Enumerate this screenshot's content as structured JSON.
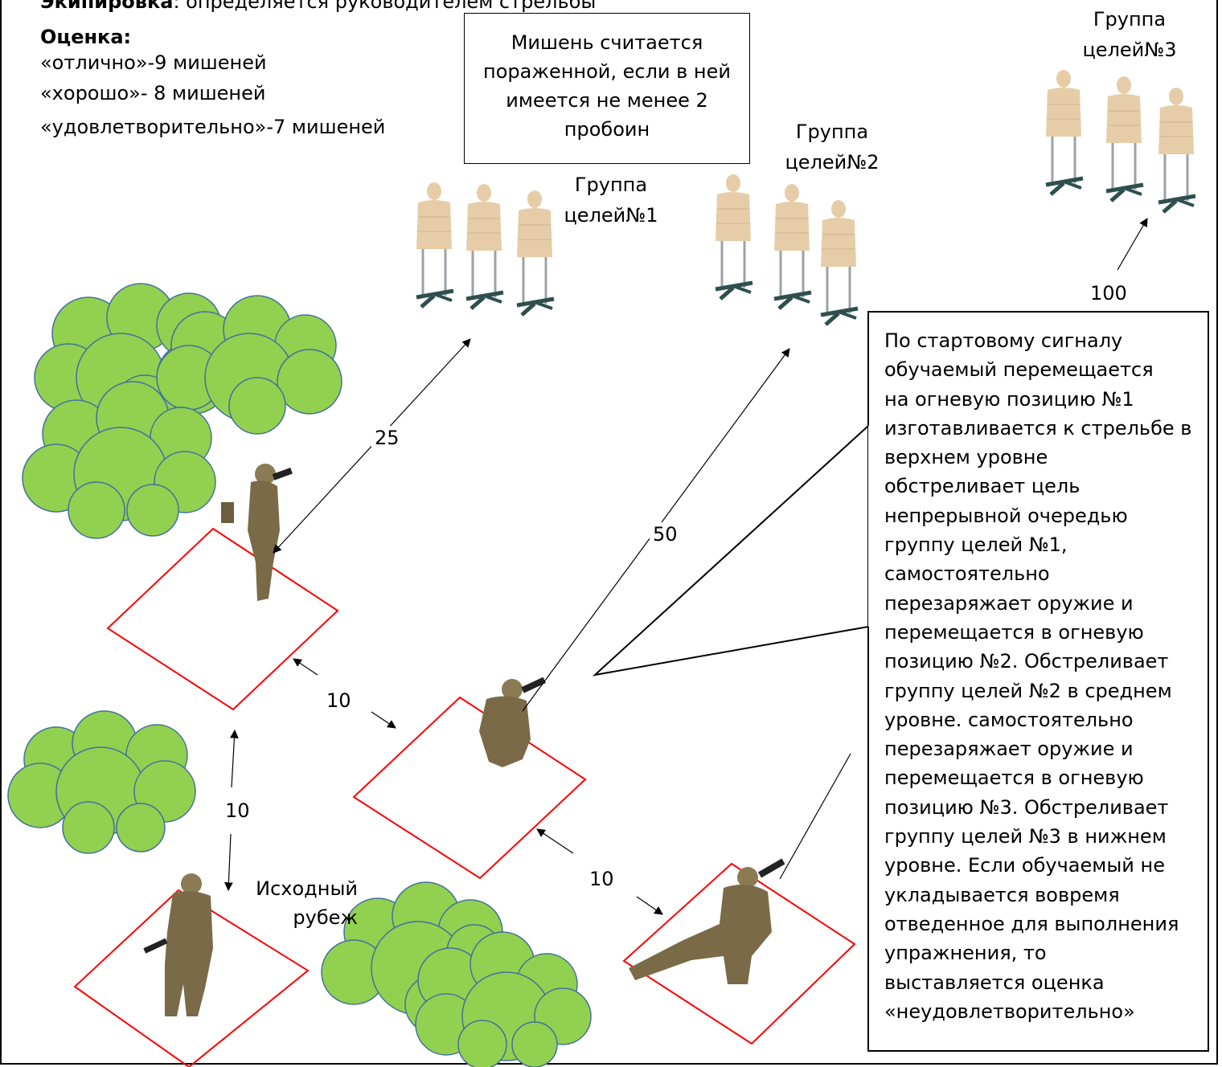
{
  "header": {
    "equipment_label": "Экипировка",
    "equipment_text": ": определяется руководителем стрельбы",
    "grade_title": "Оценка:",
    "grades": [
      "«отлично»-9 мишеней",
      "«хорошо»- 8 мишеней",
      "«удовлетворительно»-7 мишеней"
    ]
  },
  "note": "Мишень считается пораженной, если в ней имеется не менее 2 пробоин",
  "target_groups": [
    {
      "line1": "Группа",
      "line2": "целей№1"
    },
    {
      "line1": "Группа",
      "line2": "целей№2"
    },
    {
      "line1": "Группа",
      "line2": "целей№3"
    }
  ],
  "distances": [
    "25",
    "50",
    "100",
    "10",
    "10",
    "10"
  ],
  "start_line": {
    "line1": "Исходный",
    "line2": "рубеж"
  },
  "callout_lines": [
    "По стартовому сигналу",
    "обучаемый перемещается",
    "на огневую позицию №1",
    "изготавливается к стрельбе в",
    "верхнем уровне",
    "обстреливает цель",
    "непрерывной очередью",
    "группу целей №1,",
    "самостоятельно",
    "перезаряжает оружие и",
    "перемещается в огневую",
    "позицию №2. Обстреливает",
    "группу целей №2 в среднем",
    "уровне. самостоятельно",
    "перезаряжает оружие и",
    "перемещается в огневую",
    "позицию №3. Обстреливает",
    "группу целей №3 в нижнем",
    "уровне. Если обучаемый не",
    "укладывается вовремя",
    "отведенное для выполнения",
    "упражнения, то",
    "выставляется оценка",
    "«неудовлетворительно»"
  ],
  "colors": {
    "bush_fill": "#92d050",
    "bush_stroke": "#41719c",
    "zone_stroke": "#ff0000",
    "target_body": "#e6cda8",
    "target_stand": "#2f4f4f",
    "camo": "#7a6a48"
  }
}
